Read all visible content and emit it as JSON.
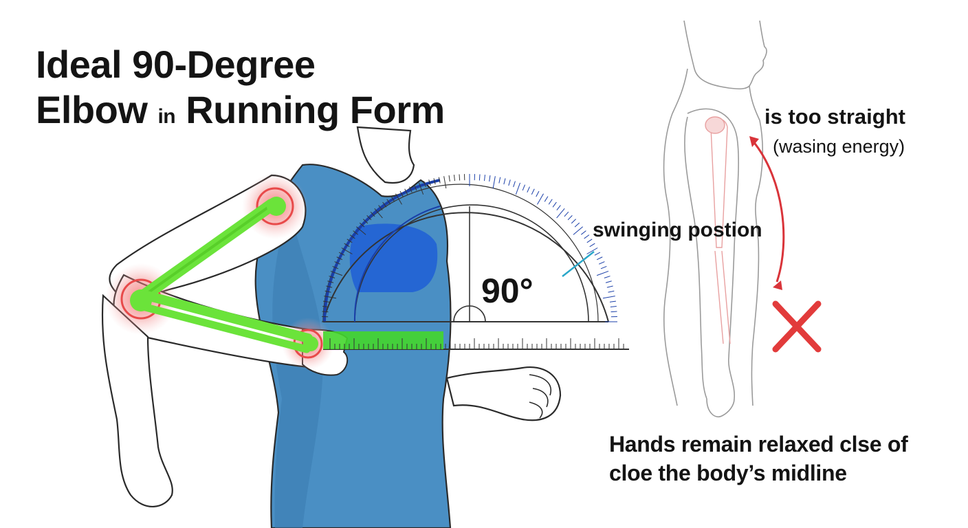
{
  "title": {
    "line1": "Ideal 90-Degree",
    "line2_a": "Elbow",
    "line2_b": "in",
    "line2_c": "Running Form"
  },
  "protractor": {
    "angle_label": "90°",
    "position_label": "swinging postion"
  },
  "wrong_example": {
    "label_line1": "is too straight",
    "label_line2": "(wasing energy)",
    "mark_icon": "x-mark-icon"
  },
  "note": {
    "line1": "Hands remain relaxed clse of",
    "line2": "cloe the body’s midline"
  },
  "colors": {
    "shirt": "#4a8fc4",
    "bone_highlight": "#6be33a",
    "joint_glow": "#e84a4a",
    "protractor_arc": "#1a3fa8",
    "wrong_arrow": "#d9343a",
    "x_mark": "#e23b3b",
    "tick_accent": "#2aa7c9"
  }
}
